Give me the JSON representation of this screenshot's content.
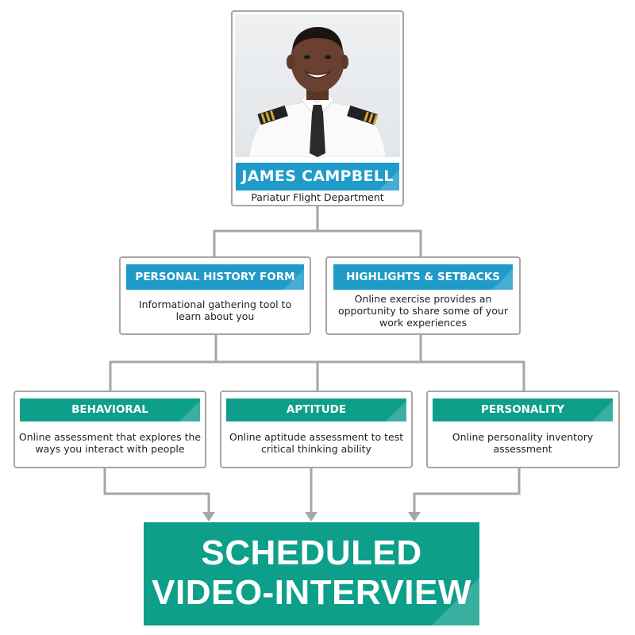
{
  "colors": {
    "blue": "#1f9bc9",
    "green": "#0e9f8a",
    "connector": "#a6a6a6",
    "border": "#a6a6a6"
  },
  "profile": {
    "name": "JAMES CAMPBELL",
    "department": "Pariatur Flight Department",
    "photo_icon": "pilot-portrait-photo"
  },
  "level2": [
    {
      "title": "PERSONAL HISTORY FORM",
      "description": "Informational gathering tool to learn about you"
    },
    {
      "title": "HIGHLIGHTS & SETBACKS",
      "description": "Online exercise provides an opportunity to share some of your work experiences"
    }
  ],
  "level3": [
    {
      "title": "BEHAVIORAL",
      "description": "Online assessment that explores the ways you interact with people"
    },
    {
      "title": "APTITUDE",
      "description": "Online aptitude assessment to test critical thinking ability"
    },
    {
      "title": "PERSONALITY",
      "description": "Online personality inventory assessment"
    }
  ],
  "final": {
    "line1": "SCHEDULED",
    "line2": "VIDEO-INTERVIEW"
  }
}
